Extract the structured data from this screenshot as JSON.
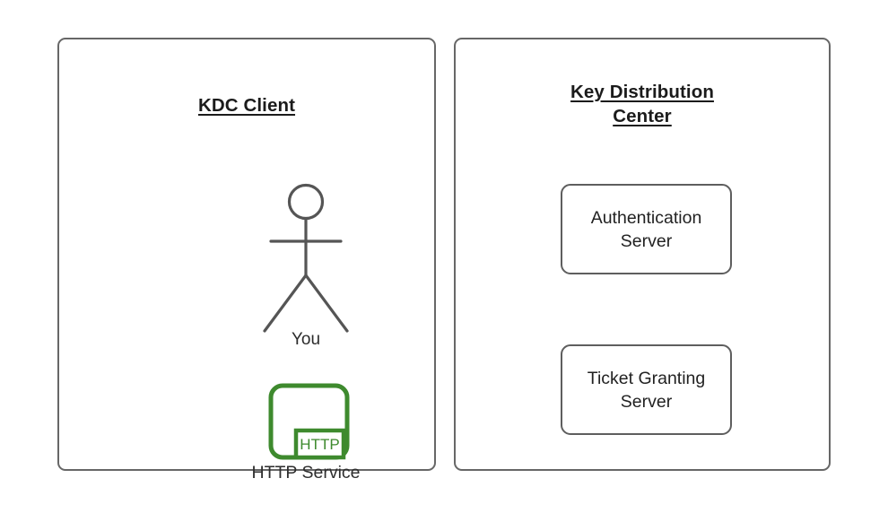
{
  "diagram": {
    "type": "kerberos-architecture-diagram",
    "background_color": "#ffffff",
    "panel_border_color": "#676767",
    "accent_green": "#3e8a2e",
    "text_color": "#222222"
  },
  "client_panel": {
    "title": "KDC Client",
    "actor": {
      "icon": "stick-figure-user-icon",
      "label": "You"
    },
    "service": {
      "icon": "http-service-icon",
      "badge_text": "HTTP",
      "label": "HTTP Service",
      "color": "#3e8a2e"
    }
  },
  "kdc_panel": {
    "title": "Key Distribution Center",
    "title_line_1": "Key Distribution",
    "title_line_2": "Center",
    "boxes": [
      {
        "label": "Authentication\nServer",
        "name": "authentication-server"
      },
      {
        "label": "Ticket Granting\nServer",
        "name": "ticket-granting-server"
      }
    ]
  }
}
